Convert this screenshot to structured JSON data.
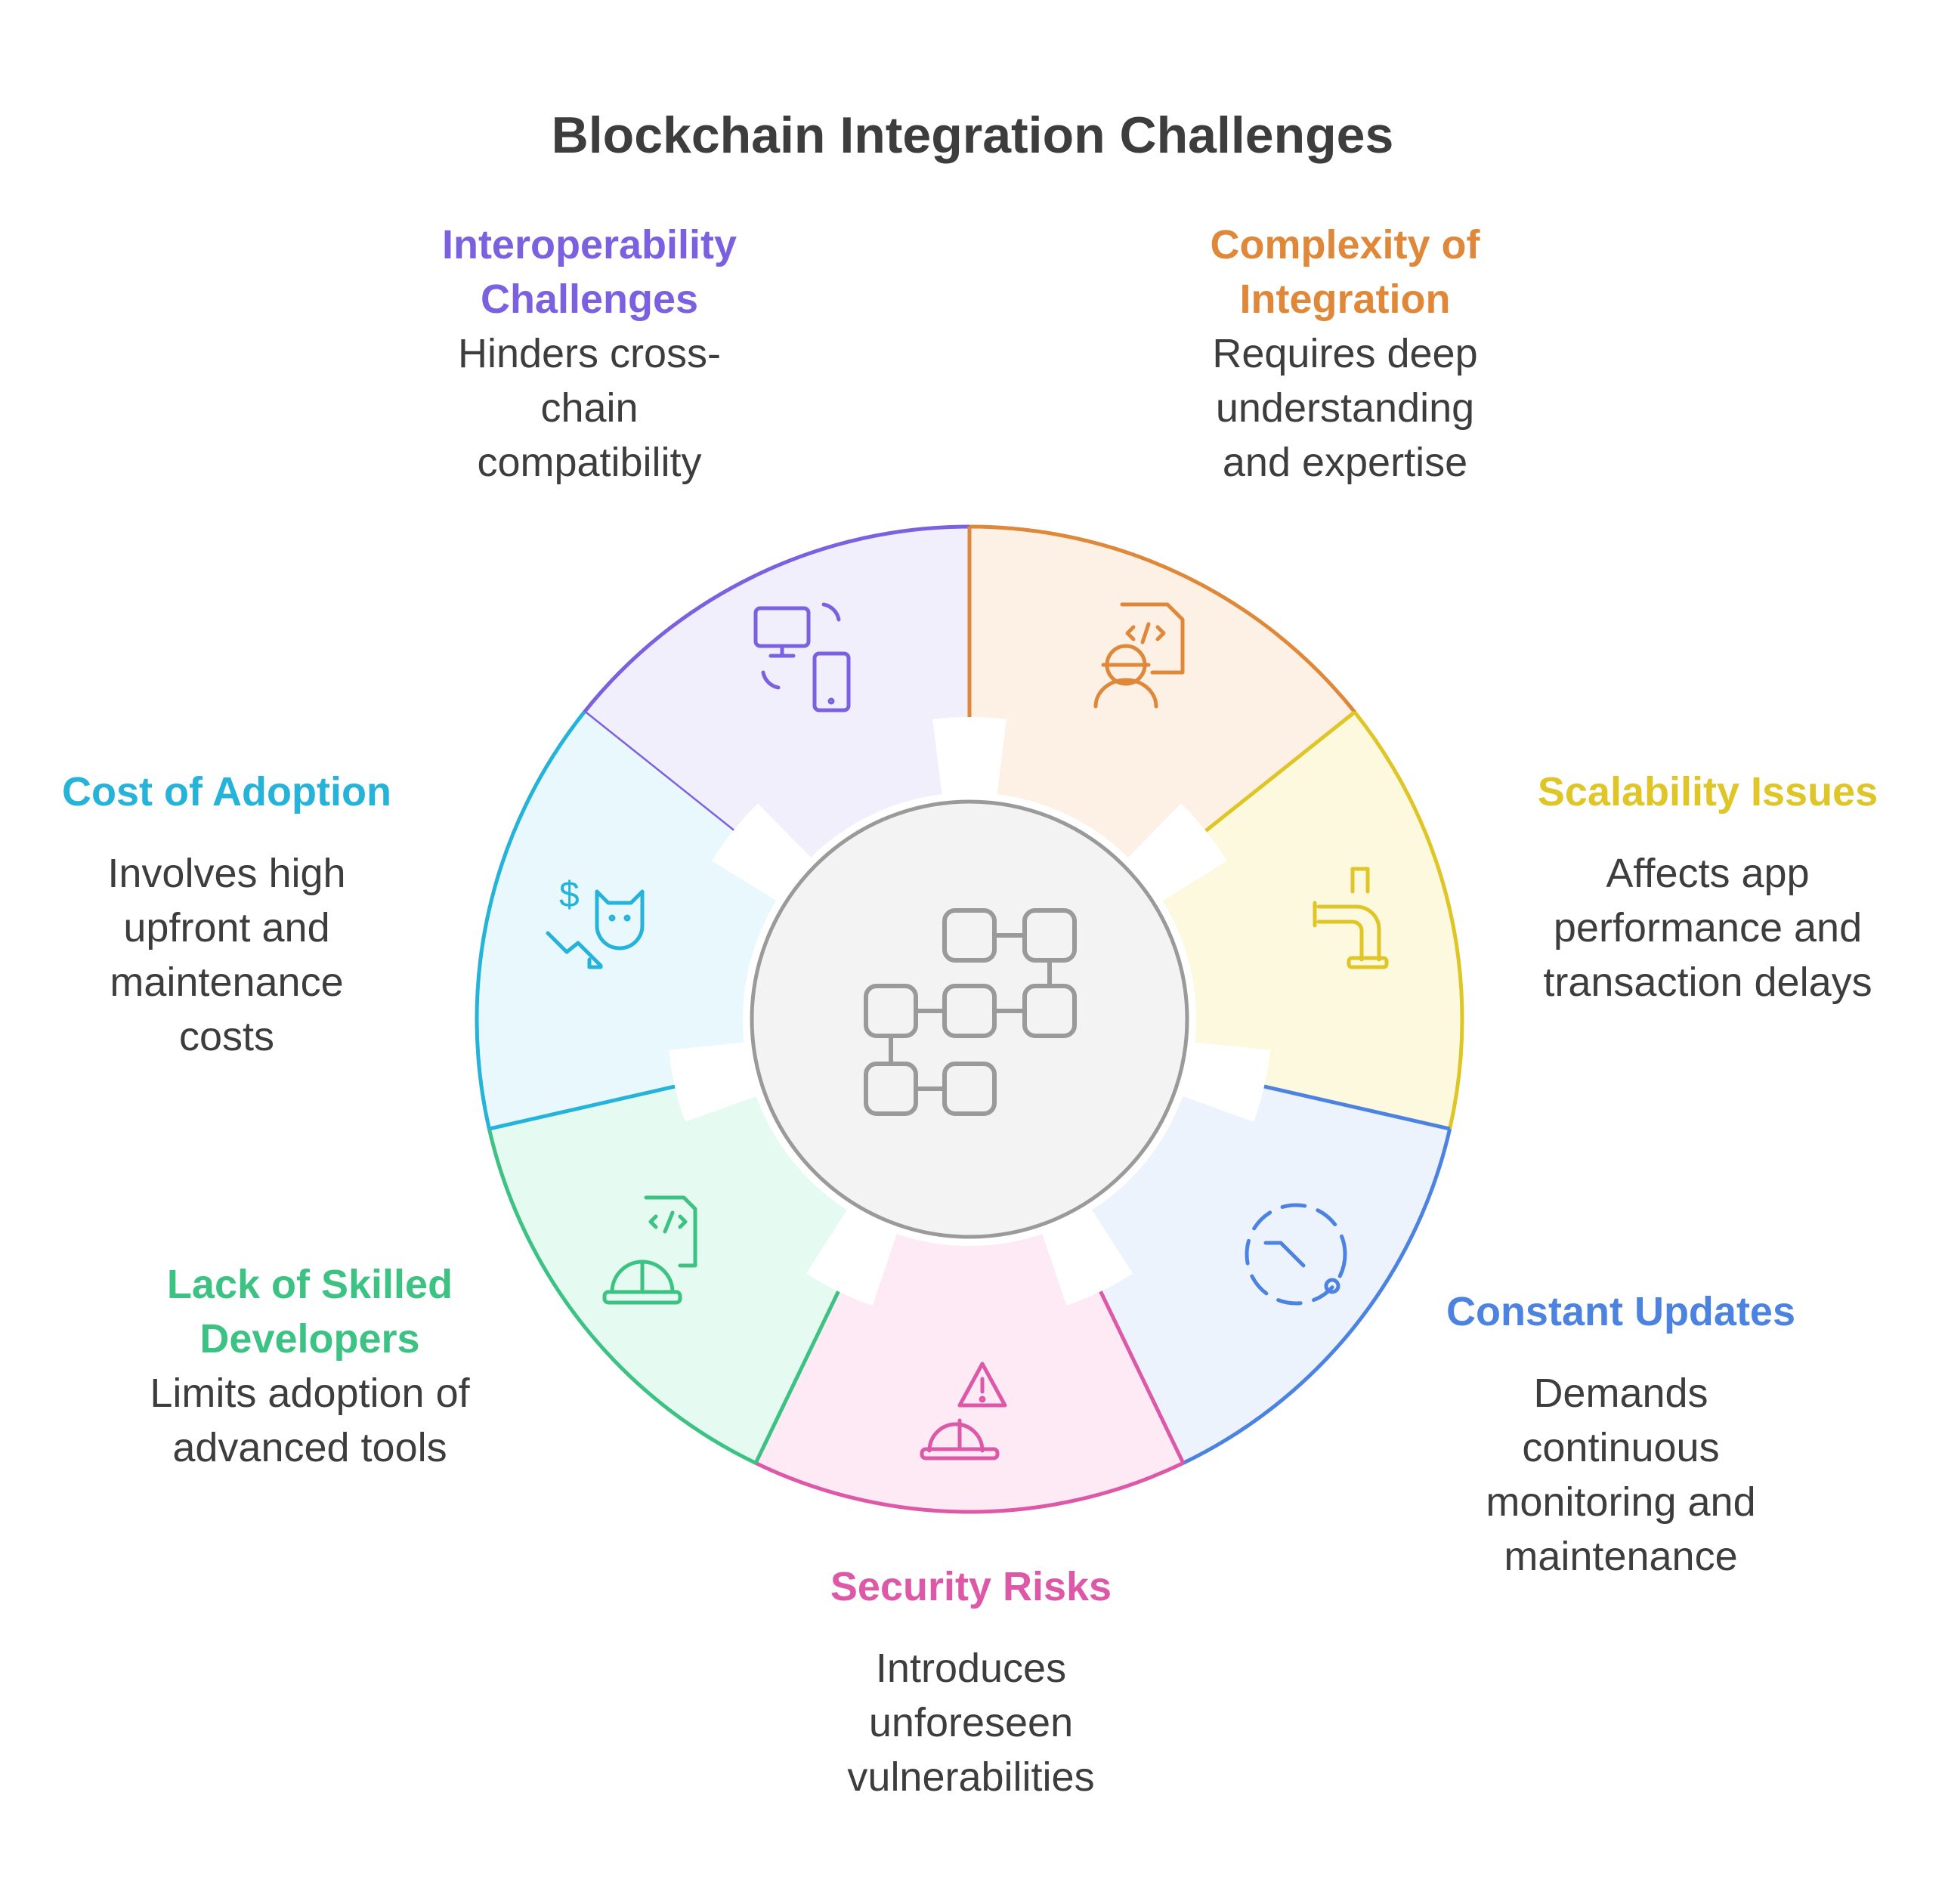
{
  "title": "Blockchain Integration Challenges",
  "segments": [
    {
      "key": "interoperability",
      "heading": "Interoperability Challenges",
      "description": "Hinders cross-chain compatibility",
      "color": "#7b61e0",
      "fill": "#f1effc",
      "icon": "devices-sync-icon"
    },
    {
      "key": "complexity",
      "heading": "Complexity of Integration",
      "description": "Requires deep understanding and expertise",
      "color": "#e0883a",
      "fill": "#fdf0e4",
      "icon": "developer-code-icon"
    },
    {
      "key": "scalability",
      "heading": "Scalability Issues",
      "description": "Affects app performance and transaction delays",
      "color": "#dfc526",
      "fill": "#fdf9de",
      "icon": "pipe-faucet-icon"
    },
    {
      "key": "updates",
      "heading": "Constant Updates",
      "description": "Demands continuous monitoring and maintenance",
      "color": "#4d83e0",
      "fill": "#edf3fd",
      "icon": "clock-refresh-icon"
    },
    {
      "key": "security",
      "heading": "Security Risks",
      "description": "Introduces unforeseen vulnerabilities",
      "color": "#dd58a6",
      "fill": "#fdeaf5",
      "icon": "warning-hardhat-icon"
    },
    {
      "key": "skills",
      "heading": "Lack of Skilled Developers",
      "description": "Limits adoption of advanced tools",
      "color": "#3cc283",
      "fill": "#e5faf0",
      "icon": "hardhat-code-icon"
    },
    {
      "key": "cost",
      "heading": "Cost of Adoption",
      "description": "Involves high upfront and maintenance costs",
      "color": "#26b3d9",
      "fill": "#e8f8fd",
      "icon": "dollar-pig-decline-icon"
    }
  ],
  "center": {
    "icon": "blockchain-blocks-icon",
    "fill": "#f3f3f3",
    "stroke": "#9a9a9a"
  }
}
